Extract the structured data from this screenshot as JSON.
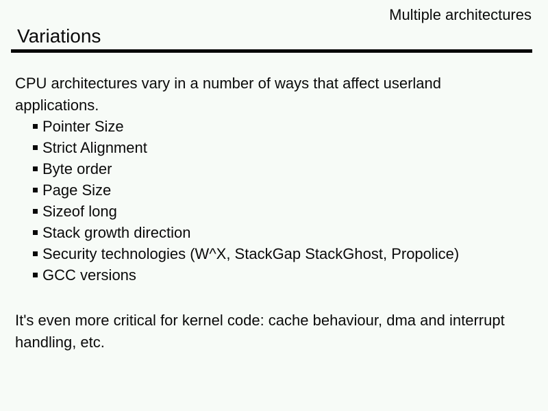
{
  "slide": {
    "corner_label": "Multiple architectures",
    "title": "Variations",
    "intro": "CPU architectures vary in a number of ways that affect userland\napplications.",
    "bullets": [
      "Pointer Size",
      "Strict Alignment",
      "Byte order",
      "Page Size",
      "Sizeof long",
      "Stack growth direction",
      "Security technologies (W^X, StackGap StackGhost, Propolice)",
      "GCC versions"
    ],
    "outro": "It's even more critical for kernel code: cache behaviour, dma and interrupt\nhandling, etc.",
    "colors": {
      "background": "#f7fbf7",
      "text": "#0a0a0a",
      "rule": "#000000"
    }
  }
}
